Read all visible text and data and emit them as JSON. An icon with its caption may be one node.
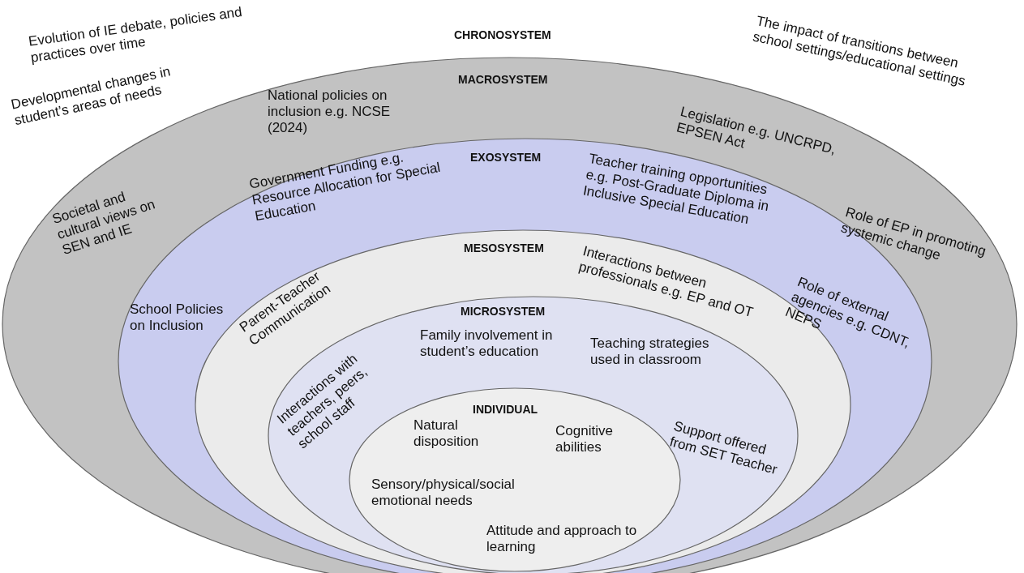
{
  "diagram": {
    "nodes": [
      {
        "text": [
          "MACROSYSTEM",
          "National policies on inclusion e.g. NCSE (2024)",
          "Legislation e.g. UNCRPD, EPSEN Act",
          "Societal and cultural views on SEN and IE",
          "Role of EP in promoting systemic change"
        ]
      },
      {
        "text": [
          "EXOSYSTEM",
          "Government Funding e.g. Resource Allocation for Special Education",
          "Teacher training opportunities e.g. Post-Graduate Diploma in Inclusive Special Education",
          "School Policies on Inclusion",
          "Role of external agencies e.g. CDNT, NEPS"
        ],
        "in": 0
      },
      {
        "text": [
          "MESOSYSTEM",
          "Parent-Teacher Communication",
          "Interactions between professionals e.g. EP and OT"
        ],
        "in": 1
      },
      {
        "text": [
          "MICROSYSTEM",
          "Interactions with teachers, peers, school staff",
          "Family involvement in student’s education",
          "Teaching strategies used in classroom",
          "Support offered from SET Teacher"
        ],
        "in": 2
      },
      {
        "text": [
          "INDIVIDUAL",
          "Natural disposition",
          "Cognitive abilities",
          "Sensory/physical/social emotional needs",
          "Attitude and approach to learning"
        ],
        "in": 3
      }
    ],
    "edges": [],
    "labels": [
      "Evolution of IE debate, policies and practices over time",
      "CHRONOSYSTEM",
      "The impact of transitions between school settings/educational settings",
      "Developmental changes in student’s areas of needs"
    ]
  }
}
